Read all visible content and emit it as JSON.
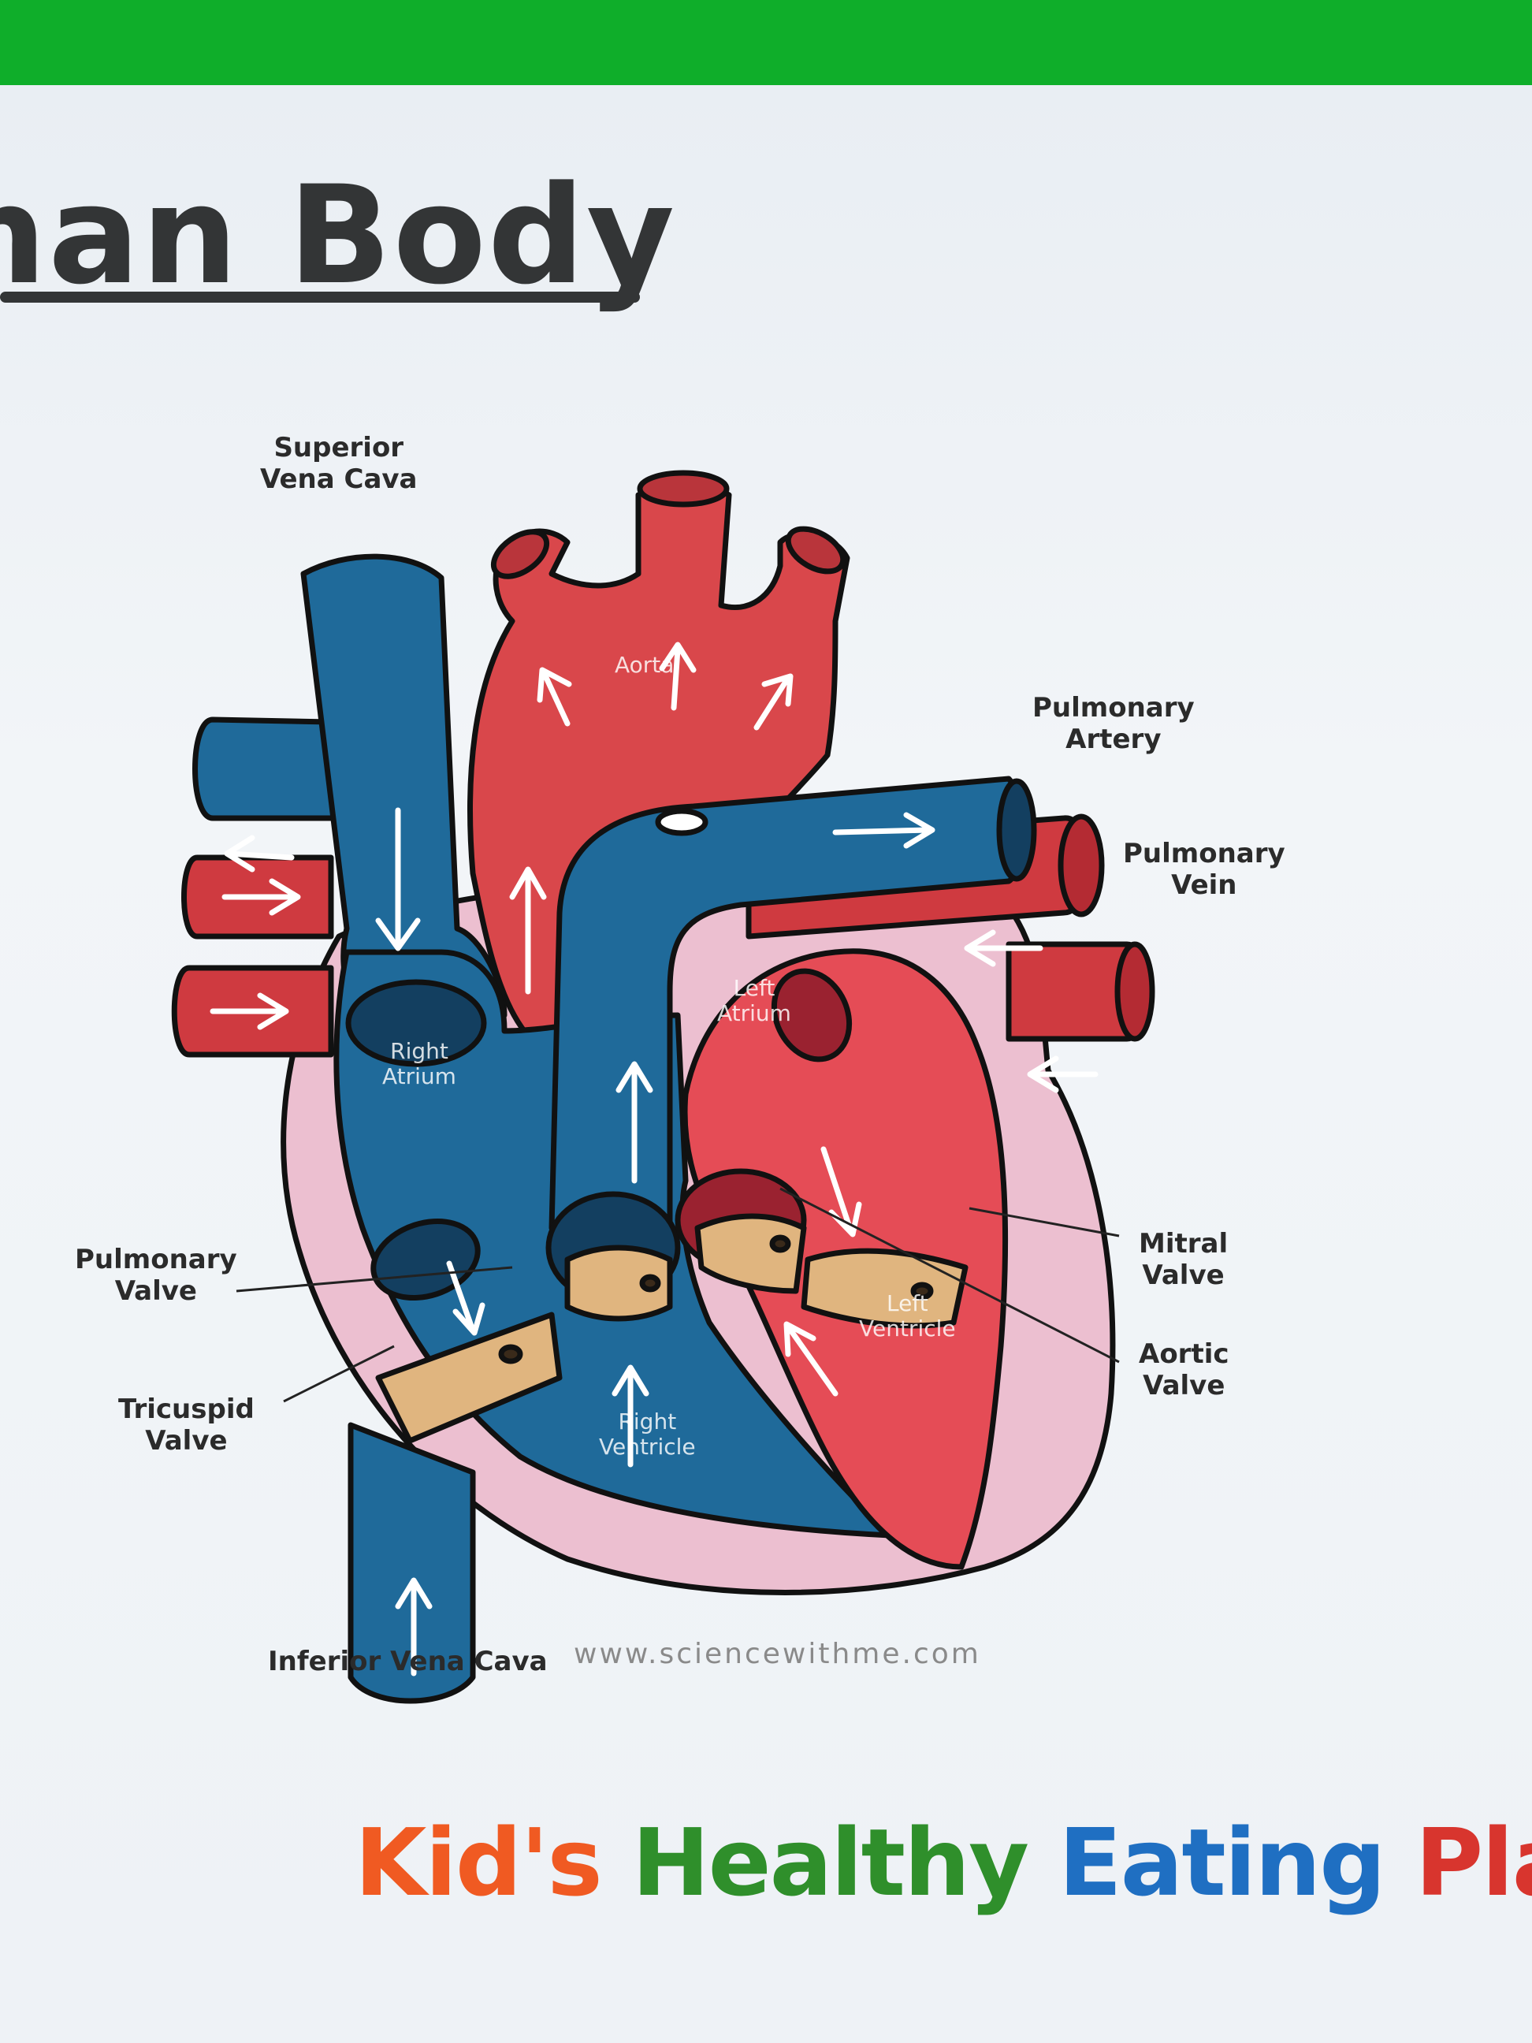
{
  "page": {
    "title": "man Body"
  },
  "labels": {
    "superior_vena_cava": [
      "Superior",
      "Vena Cava"
    ],
    "pulmonary_artery": [
      "Pulmonary",
      "Artery"
    ],
    "pulmonary_vein": [
      "Pulmonary",
      "Vein"
    ],
    "mitral_valve": [
      "Mitral",
      "Valve"
    ],
    "aortic_valve": [
      "Aortic",
      "Valve"
    ],
    "pulmonary_valve": [
      "Pulmonary",
      "Valve"
    ],
    "tricuspid_valve": [
      "Tricuspid",
      "Valve"
    ],
    "inferior_vena_cava": "Inferior Vena Cava"
  },
  "chambers": {
    "aorta": "Aorta",
    "right_atrium": [
      "Right",
      "Atrium"
    ],
    "left_atrium": [
      "Left",
      "Atrium"
    ],
    "right_ventricle": [
      "Right",
      "Ventricle"
    ],
    "left_ventricle": [
      "Left",
      "Ventricle"
    ]
  },
  "credit": "www.sciencewithme.com",
  "banner": {
    "word1": "Kid's",
    "word2": "Healthy",
    "word3": "Eating",
    "word4": "Plate"
  },
  "colors": {
    "blood_blue": "#1f6a9a",
    "blood_red": "#d9474b",
    "outer_pink": "#ecbfd0",
    "valve_tan": "#e0b57f",
    "background_green": "#0fae2a"
  }
}
